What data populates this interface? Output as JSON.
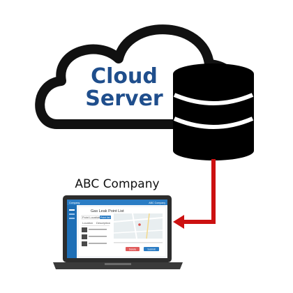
{
  "diagram": {
    "cloud_label_line1": "Cloud",
    "cloud_label_line2": "Server",
    "company_label": "ABC Company"
  },
  "screen": {
    "brand": "Company",
    "header_right": "ABC Company",
    "page_title": "Gas Leak Point List",
    "filter_1": "Point Location",
    "filter_2": "Point list",
    "column_1": "Location",
    "column_2": "Description",
    "button_delete": "Delete",
    "button_submit": "Submit"
  },
  "colors": {
    "cloud_outline": "#111111",
    "cloud_text": "#1f4e8c",
    "database": "#000000",
    "arrow": "#cc1111",
    "sidebar": "#1e6fb6",
    "header": "#2a7cc4"
  },
  "icons": {
    "cloud": "cloud-icon",
    "database": "database-icon",
    "laptop": "laptop-icon",
    "arrow": "arrow-icon"
  }
}
